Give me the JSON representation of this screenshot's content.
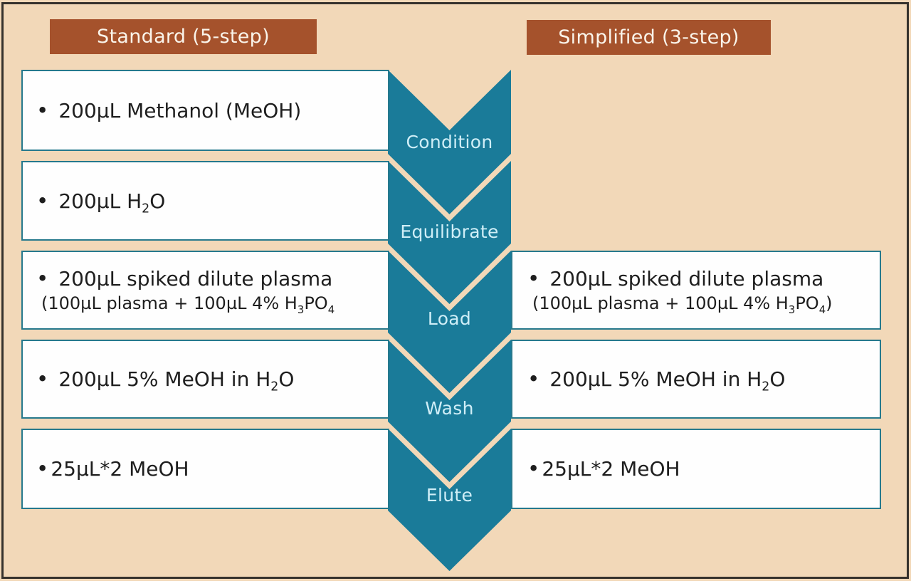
{
  "colors": {
    "background": "#f2d8b8",
    "frame_border": "#36322d",
    "header_bg": "#a5522c",
    "header_text": "#faf4ea",
    "chevron": "#1a7b99",
    "chevron_label": "#cfeef7",
    "box_bg": "#fefefe",
    "box_border": "#26798d",
    "box_text": "#1e1e1e"
  },
  "headers": {
    "left": "Standard (5-step)",
    "right": "Simplified (3-step)"
  },
  "chevron_steps": [
    {
      "label": "Condition"
    },
    {
      "label": "Equilibrate"
    },
    {
      "label": "Load"
    },
    {
      "label": "Wash"
    },
    {
      "label": "Elute"
    }
  ],
  "standard_steps": [
    {
      "bullet": "•",
      "lines": [
        [
          {
            "t": "200µL Methanol (MeOH)"
          }
        ]
      ]
    },
    {
      "bullet": "•",
      "lines": [
        [
          {
            "t": "200µL H"
          },
          {
            "t": "2",
            "sub": true
          },
          {
            "t": "O"
          }
        ]
      ]
    },
    {
      "bullet": "•",
      "lines": [
        [
          {
            "t": "200µL spiked dilute plasma"
          }
        ],
        [
          {
            "t": "(100µL plasma + 100µL 4% H"
          },
          {
            "t": "3",
            "sub": true
          },
          {
            "t": "PO"
          },
          {
            "t": "4",
            "sub": true
          }
        ]
      ]
    },
    {
      "bullet": "•",
      "lines": [
        [
          {
            "t": "200µL 5% MeOH in H"
          },
          {
            "t": "2",
            "sub": true
          },
          {
            "t": "O"
          }
        ]
      ]
    },
    {
      "bullet": "•",
      "lines": [
        [
          {
            "t": "25µL*2 MeOH"
          }
        ]
      ]
    }
  ],
  "simplified_steps": [
    {
      "bullet": "•",
      "lines": [
        [
          {
            "t": "200µL spiked dilute plasma"
          }
        ],
        [
          {
            "t": "(100µL plasma + 100µL 4% H"
          },
          {
            "t": "3",
            "sub": true
          },
          {
            "t": "PO"
          },
          {
            "t": "4",
            "sub": true
          },
          {
            "t": ")"
          }
        ]
      ]
    },
    {
      "bullet": "•",
      "lines": [
        [
          {
            "t": "200µL 5% MeOH in H"
          },
          {
            "t": "2",
            "sub": true
          },
          {
            "t": "O"
          }
        ]
      ]
    },
    {
      "bullet": "•",
      "lines": [
        [
          {
            "t": "25µL*2 MeOH"
          }
        ]
      ]
    }
  ]
}
